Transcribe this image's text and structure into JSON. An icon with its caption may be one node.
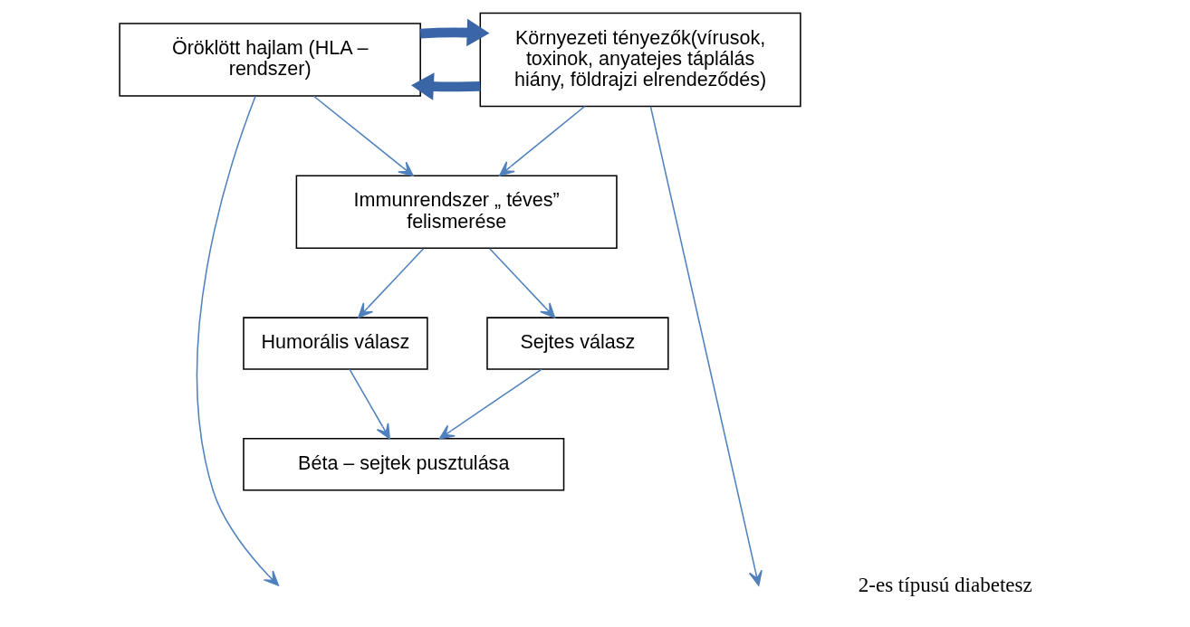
{
  "diagram": {
    "nodes": [
      {
        "text": [
          "Öröklött hajlam (HLA – rendszer)"
        ]
      },
      {
        "text": [
          "Környezeti tényezők(vírusok, toxinok, anyatejes táplálás hiány, földrajzi elrendeződés)"
        ]
      },
      {
        "text": [
          "Immunrendszer „ téves” felismerése"
        ]
      },
      {
        "text": [
          "Humorális válasz"
        ]
      },
      {
        "text": [
          "Sejtes válasz"
        ]
      },
      {
        "text": [
          "Béta – sejtek pusztulása"
        ]
      }
    ],
    "edges": [
      {
        "from": 1,
        "to": 0,
        "arrow": "to",
        "style": "thick",
        "color": "#3a66a8"
      },
      {
        "from": 0,
        "to": 1,
        "arrow": "to",
        "style": "thick",
        "color": "#3a66a8"
      },
      {
        "from": 0,
        "to": 2,
        "arrow": "to"
      },
      {
        "from": 1,
        "to": 2,
        "arrow": "to"
      },
      {
        "from": 2,
        "to": 3,
        "arrow": "to"
      },
      {
        "from": 2,
        "to": 4,
        "arrow": "to"
      },
      {
        "from": 3,
        "to": 5,
        "arrow": "to"
      },
      {
        "from": 4,
        "to": 5,
        "arrow": "to"
      },
      {
        "from": 0,
        "to": null,
        "arrow": "to"
      },
      {
        "from": 1,
        "to": null,
        "arrow": "to"
      }
    ],
    "labels": [
      "2-es típusú diabetesz"
    ]
  }
}
